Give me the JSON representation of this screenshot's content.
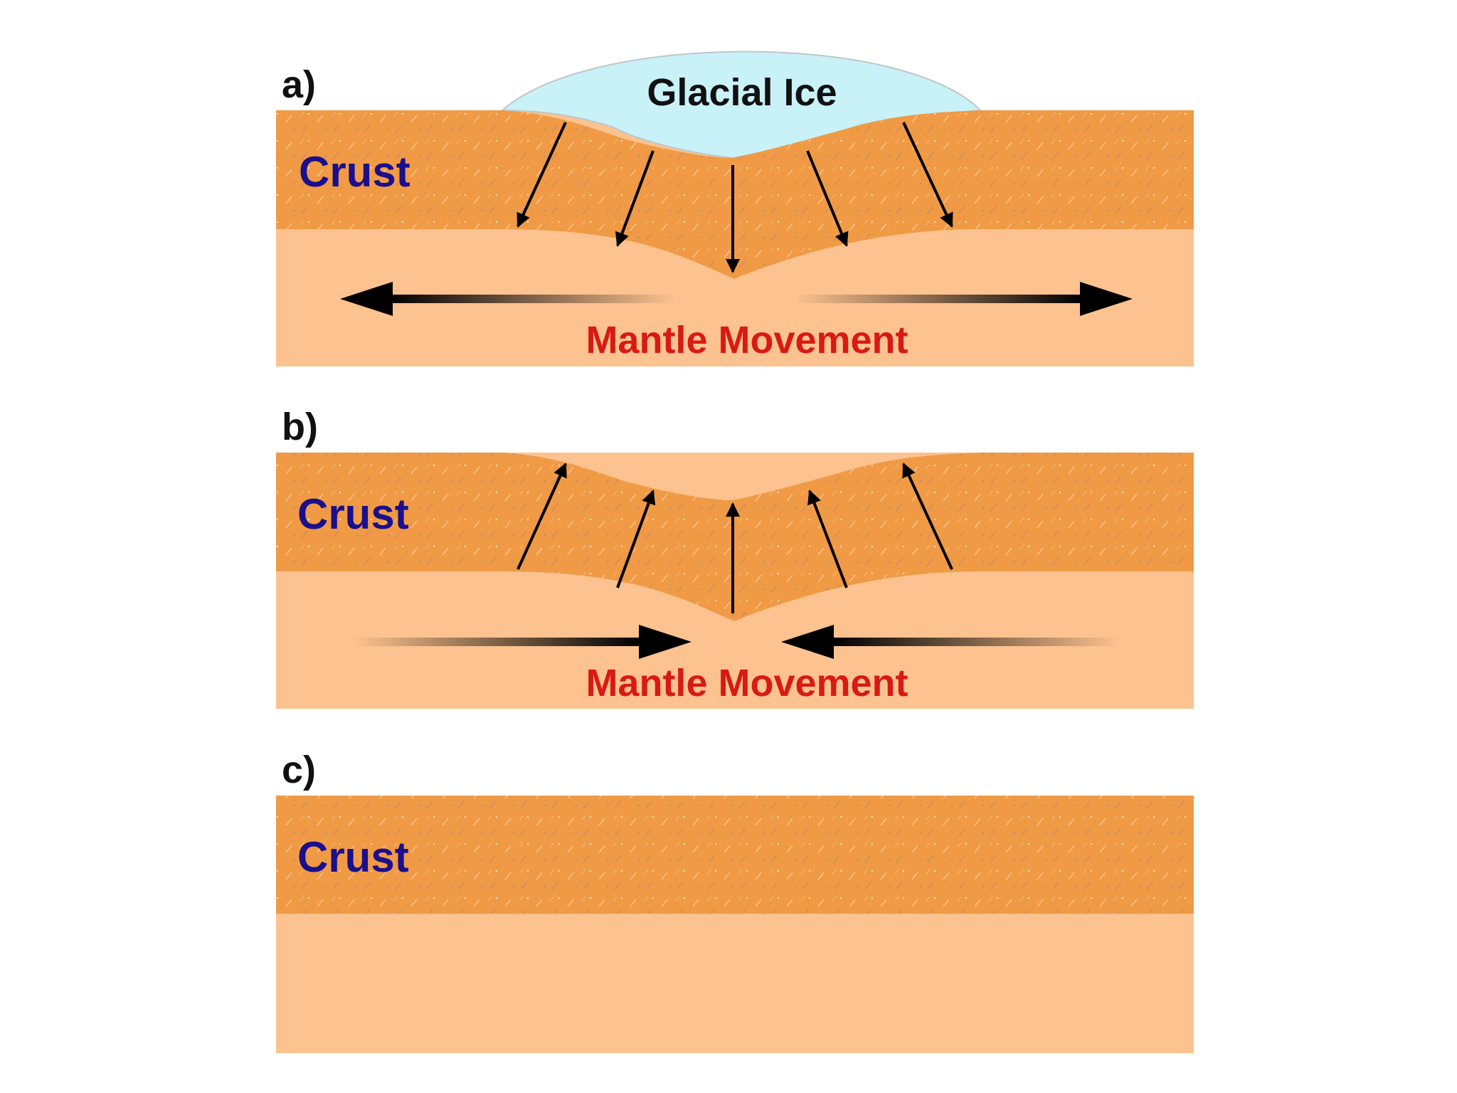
{
  "colors": {
    "crust": "#f09a45",
    "mantle": "#fcc28f",
    "ice": "#c9f1f8",
    "crust_text": "#1a0f8c",
    "mantle_text": "#d81a14",
    "arrow": "#000000"
  },
  "panels": [
    {
      "letter": "a)",
      "crust_label": "Crust",
      "ice_label": "Glacial Ice",
      "mantle_label": "Mantle Movement",
      "crust_motion": "down",
      "mantle_flow": "outward"
    },
    {
      "letter": "b)",
      "crust_label": "Crust",
      "mantle_label": "Mantle Movement",
      "crust_motion": "up",
      "mantle_flow": "inward"
    },
    {
      "letter": "c)",
      "crust_label": "Crust",
      "crust_motion": "none",
      "mantle_flow": "none"
    }
  ]
}
